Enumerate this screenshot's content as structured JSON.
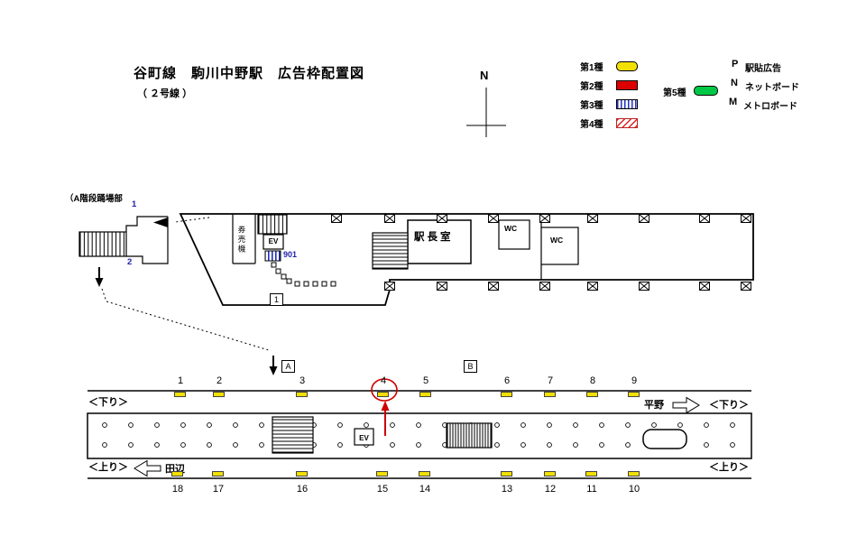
{
  "title": {
    "main": "谷町線　駒川中野駅　広告枠配置図",
    "sub": "（ ２号線 ）"
  },
  "compass": {
    "label": "N"
  },
  "legend": {
    "type1": "第1種",
    "type2": "第2種",
    "type3": "第3種",
    "type4": "第4種",
    "type5": "第5種",
    "p_key": "P",
    "p_label": "駅貼広告",
    "n_key": "N",
    "n_label": "ネットボード",
    "m_key": "M",
    "m_label": "メトロボード"
  },
  "concourse": {
    "stair_note": "（A階段踊場部",
    "num1": "1",
    "num2": "2",
    "ticket_machines": "券売機",
    "elevator": "EV",
    "frame_901": "901",
    "station_office": "駅長室",
    "wc_1": "WC",
    "wc_2": "WC",
    "frame_1": "1",
    "stair_a": "A",
    "stair_b": "B"
  },
  "platform": {
    "top_numbers": [
      "1",
      "2",
      "3",
      "4",
      "5",
      "6",
      "7",
      "8",
      "9"
    ],
    "bottom_numbers": [
      "18",
      "17",
      "16",
      "15",
      "14",
      "13",
      "12",
      "11",
      "10"
    ],
    "down_left": "＜下り＞",
    "down_right": "＜下り＞",
    "up_left": "＜上り＞",
    "up_right": "＜上り＞",
    "toward_hirano": "平野",
    "toward_tanabe": "田辺",
    "elevator": "EV",
    "highlighted_position": "4"
  },
  "colors": {
    "type1_yellow": "#f2e000",
    "type2_red": "#dd0000",
    "type3_blue": "#2233bb",
    "type4_red_hatch": "#dd2222",
    "type5_green": "#00c846",
    "highlight_red": "#cc0000",
    "reference_blue": "#2222aa"
  }
}
